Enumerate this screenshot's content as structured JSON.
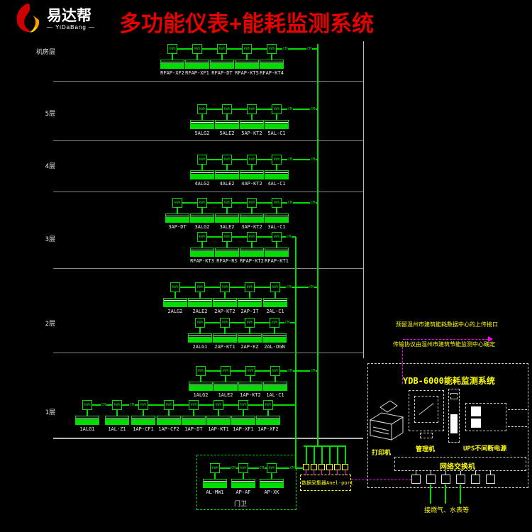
{
  "header": {
    "brand": "易达帮",
    "brand_sub": "— YiDaBang —",
    "title": "多功能仪表+能耗监测系统",
    "title_color": "#e60000"
  },
  "colors": {
    "wire_green": "#00dd00",
    "annotation_yellow": "#ffff00",
    "link_magenta": "#ff00ff",
    "separator_gray": "#8a8a8a"
  },
  "diagram": {
    "meter_glyph": "kWh",
    "bus_tag": "CM",
    "floors": [
      {
        "label": "机房层",
        "rows": [
          [
            "RFAP-XF2",
            "RFAP-XF1",
            "RFAP-DT",
            "RFAP-KT5",
            "RFAP-KT4"
          ]
        ]
      },
      {
        "label": "5层",
        "rows": [
          [
            "5ALG2",
            "5ALE2",
            "5AP-KT2",
            "5AL-C1"
          ]
        ]
      },
      {
        "label": "4层",
        "rows": [
          [
            "4ALG2",
            "4ALE2",
            "4AP-KT2",
            "4AL-C1"
          ]
        ]
      },
      {
        "label": "3层",
        "rows": [
          [
            "3AP-DT",
            "3ALG2",
            "3ALE2",
            "3AP-KT2",
            "3AL-C1"
          ],
          [
            "RFAP-KT3",
            "RFAP-RS",
            "RFAP-KT2",
            "RFAP-KT1"
          ]
        ]
      },
      {
        "label": "2层",
        "rows": [
          [
            "2ALG2",
            "2ALE2",
            "2AP-KT2",
            "2AP-IT",
            "2AL-C1"
          ],
          [
            "2ALG1",
            "2AP-KT1",
            "2AP-KZ",
            "2AL-DGN"
          ]
        ]
      },
      {
        "label": "1层",
        "rows": [
          [
            "1ALG2",
            "1ALE2",
            "1AP-KT2",
            "1AL-C1"
          ],
          [
            "1ALG1",
            "1AL-Z1",
            "1AP-CF1",
            "1AP-CF2",
            "1AP-DT",
            "1AP-KT1",
            "1AP-XF1",
            "1AP-XF2"
          ]
        ]
      }
    ],
    "gatehouse": {
      "label": "门卫",
      "meters": [
        "AL-MW1",
        "AP-AF",
        "AP-XK"
      ]
    },
    "collector": {
      "label": "数据采集器Anel-port"
    },
    "notes": {
      "line1": "预留温州市建筑能耗数据中心的上传接口",
      "line2": "传输协议由温州市建筑节能监测中心确定"
    },
    "station": {
      "title": "YDB-6000能耗监测系统",
      "printer": "打印机",
      "computer": "管理机",
      "ups": "UPS不间断电源",
      "switch": "网络交换机",
      "ports_note": "接燃气、水表等"
    }
  }
}
